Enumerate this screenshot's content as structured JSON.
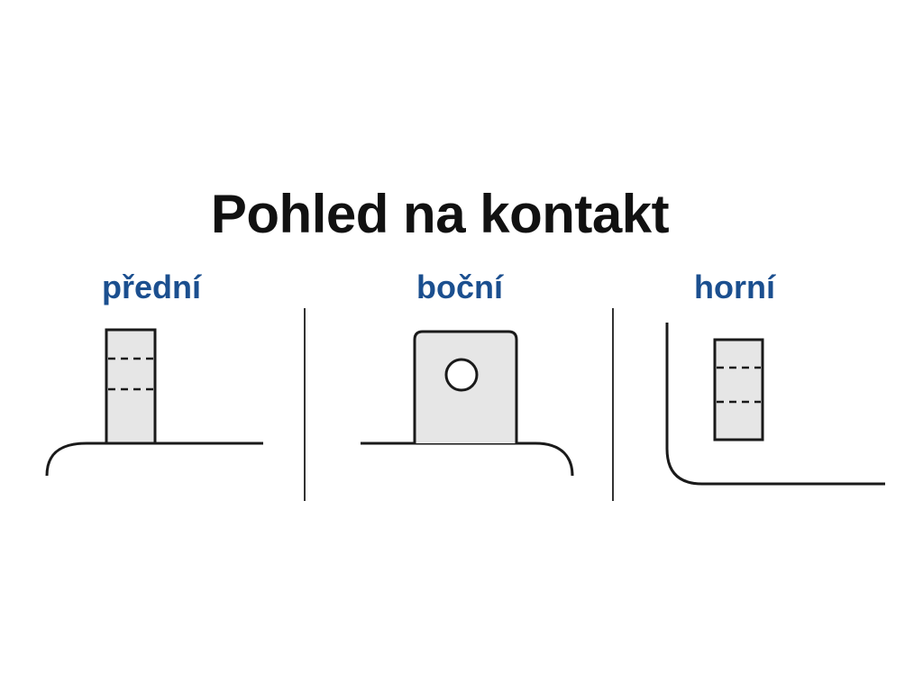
{
  "title": "Pohled na kontakt",
  "views": [
    {
      "label": "přední"
    },
    {
      "label": "boční"
    },
    {
      "label": "horní"
    }
  ],
  "colors": {
    "title": "#111111",
    "label": "#1b4f8f",
    "line": "#1a1a1a",
    "divider": "#333333",
    "terminal_fill": "#e6e6e6",
    "background": "#ffffff"
  },
  "icons": {
    "front_view": "terminal-front-view-icon",
    "side_view": "terminal-side-view-icon",
    "top_view": "terminal-top-view-icon"
  }
}
